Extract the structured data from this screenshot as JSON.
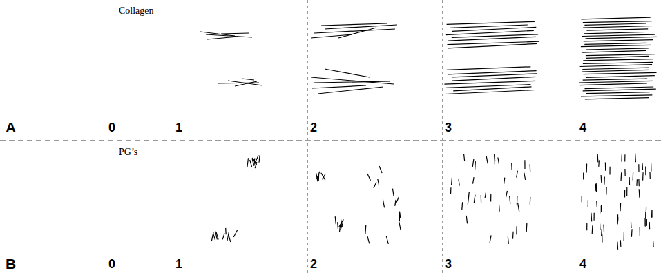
{
  "diagram": {
    "labels": [
      "Collagen",
      "A",
      "0",
      "1",
      "2",
      "3",
      "4",
      "PG’s",
      "B",
      "0",
      "1",
      "2",
      "3",
      "4"
    ]
  }
}
